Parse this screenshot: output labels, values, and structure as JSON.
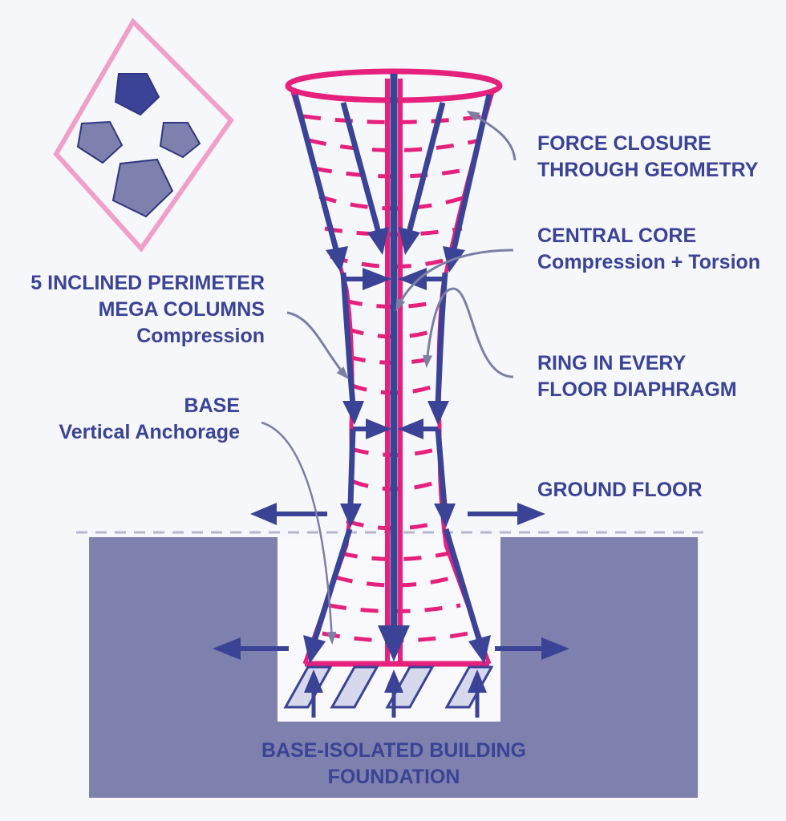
{
  "title": "Tower structural force diagram",
  "colors": {
    "background": "#f6f7fb",
    "primary_blue": "#3a4396",
    "magenta": "#e5207d",
    "pink_outline": "#ef9fc8",
    "ground_fill": "#7e80ad",
    "pointer_gray": "#7b7fa4",
    "isolator_fill": "#d6d8ec",
    "ground_line": "#b4b6cc"
  },
  "labels": {
    "force_closure": {
      "lines": [
        "FORCE CLOSURE",
        "THROUGH GEOMETRY"
      ]
    },
    "central_core": {
      "lines": [
        "CENTRAL CORE",
        "Compression + Torsion"
      ]
    },
    "mega_columns": {
      "lines": [
        "5 INCLINED PERIMETER",
        "MEGA COLUMNS",
        "Compression"
      ]
    },
    "ring_floor": {
      "lines": [
        "RING IN EVERY",
        "FLOOR DIAPHRAGM"
      ]
    },
    "base": {
      "lines": [
        "BASE",
        "Vertical Anchorage"
      ]
    },
    "ground_floor": {
      "lines": [
        "GROUND FLOOR"
      ]
    },
    "foundation": {
      "lines": [
        "BASE-ISOLATED BUILDING",
        "FOUNDATION"
      ]
    }
  },
  "plan_inset": {
    "description": "Plan view of 5 perimeter columns inside diamond outline",
    "column_count": 5
  }
}
